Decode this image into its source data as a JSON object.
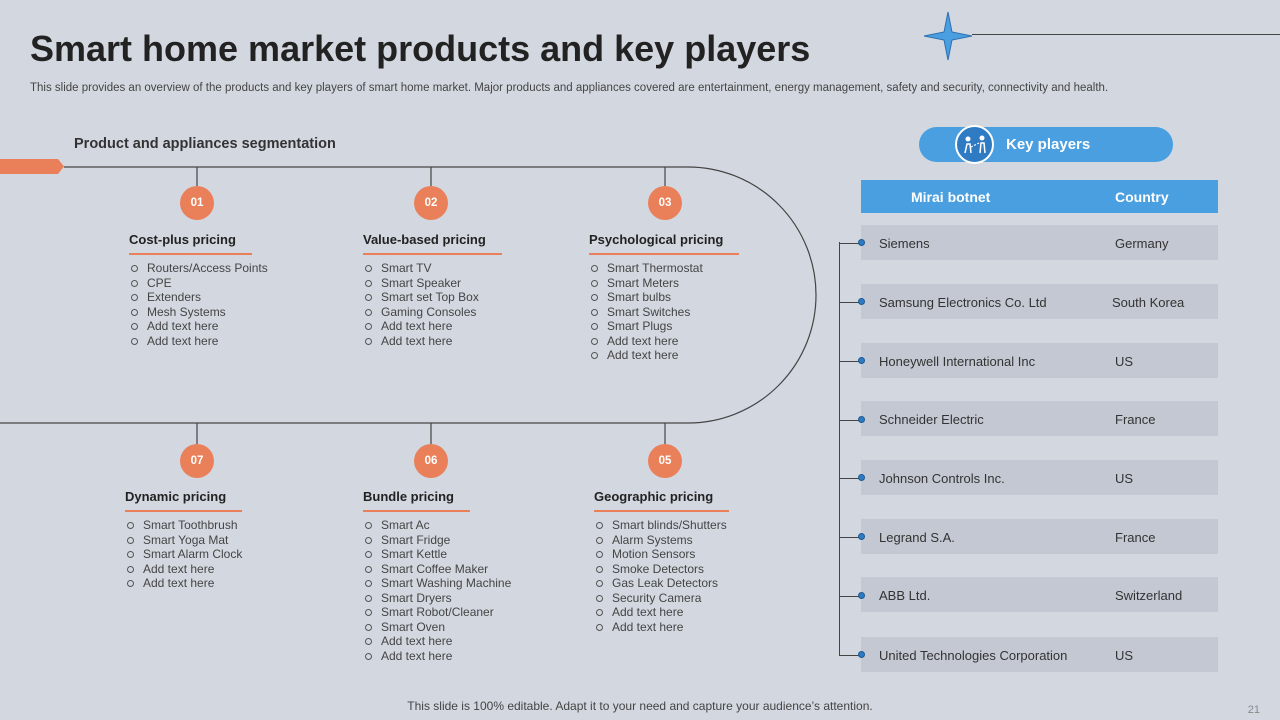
{
  "title": "Smart home market products and key players",
  "subtitle": "This slide provides an overview of the products and key players of smart home market. Major products and appliances covered are entertainment, energy management, safety and security, connectivity and health.",
  "segmentation_heading": "Product and appliances segmentation",
  "groups": [
    {
      "number": "01",
      "title": "Cost-plus  pricing",
      "items": [
        "Routers/Access Points",
        "CPE",
        "Extenders",
        "Mesh Systems",
        "Add text here",
        "Add text here"
      ]
    },
    {
      "number": "02",
      "title": "Value-based pricing",
      "items": [
        "Smart TV",
        "Smart Speaker",
        "Smart set Top Box",
        "Gaming Consoles",
        "Add text here",
        "Add text here"
      ]
    },
    {
      "number": "03",
      "title": "Psychological pricing",
      "items": [
        "Smart Thermostat",
        "Smart Meters",
        "Smart bulbs",
        "Smart Switches",
        "Smart Plugs",
        "Add text here",
        "Add text here"
      ]
    },
    {
      "number": "07",
      "title": "Dynamic pricing",
      "items": [
        "Smart Toothbrush",
        "Smart Yoga Mat",
        "Smart Alarm Clock",
        "Add text here",
        "Add text here"
      ]
    },
    {
      "number": "06",
      "title": "Bundle pricing",
      "items": [
        "Smart Ac",
        "Smart Fridge",
        "Smart Kettle",
        "Smart Coffee Maker",
        "Smart Washing Machine",
        "Smart Dryers",
        "Smart Robot/Cleaner",
        "Smart Oven",
        "Add text here",
        "Add text here"
      ]
    },
    {
      "number": "05",
      "title": "Geographic pricing",
      "items": [
        "Smart blinds/Shutters",
        "Alarm Systems",
        "Motion Sensors",
        "Smoke Detectors",
        "Gas Leak Detectors",
        "Security Camera",
        "Add text here",
        "Add text here"
      ]
    }
  ],
  "key_players": {
    "label": "Key players",
    "col1": "Mirai botnet",
    "col2": "Country",
    "rows": [
      {
        "name": "Siemens",
        "country": "Germany"
      },
      {
        "name": "Samsung Electronics Co. Ltd",
        "country": "South Korea"
      },
      {
        "name": "Honeywell International Inc",
        "country": "US"
      },
      {
        "name": "Schneider Electric",
        "country": "France"
      },
      {
        "name": "Johnson Controls Inc.",
        "country": "US"
      },
      {
        "name": "Legrand S.A.",
        "country": "France"
      },
      {
        "name": "ABB Ltd.",
        "country": "Switzerland"
      },
      {
        "name": "United Technologies Corporation",
        "country": "US"
      }
    ]
  },
  "footer": "This slide is 100% editable. Adapt it to your need and capture your audience’s attention.",
  "page_number": "21",
  "colors": {
    "accent": "#e9805a",
    "blue": "#4a9fe0",
    "background": "#d3d8e0",
    "row": "#c3c8d2"
  },
  "icons": {
    "star": "four-point-star-icon",
    "key_players": "people-chart-icon"
  }
}
